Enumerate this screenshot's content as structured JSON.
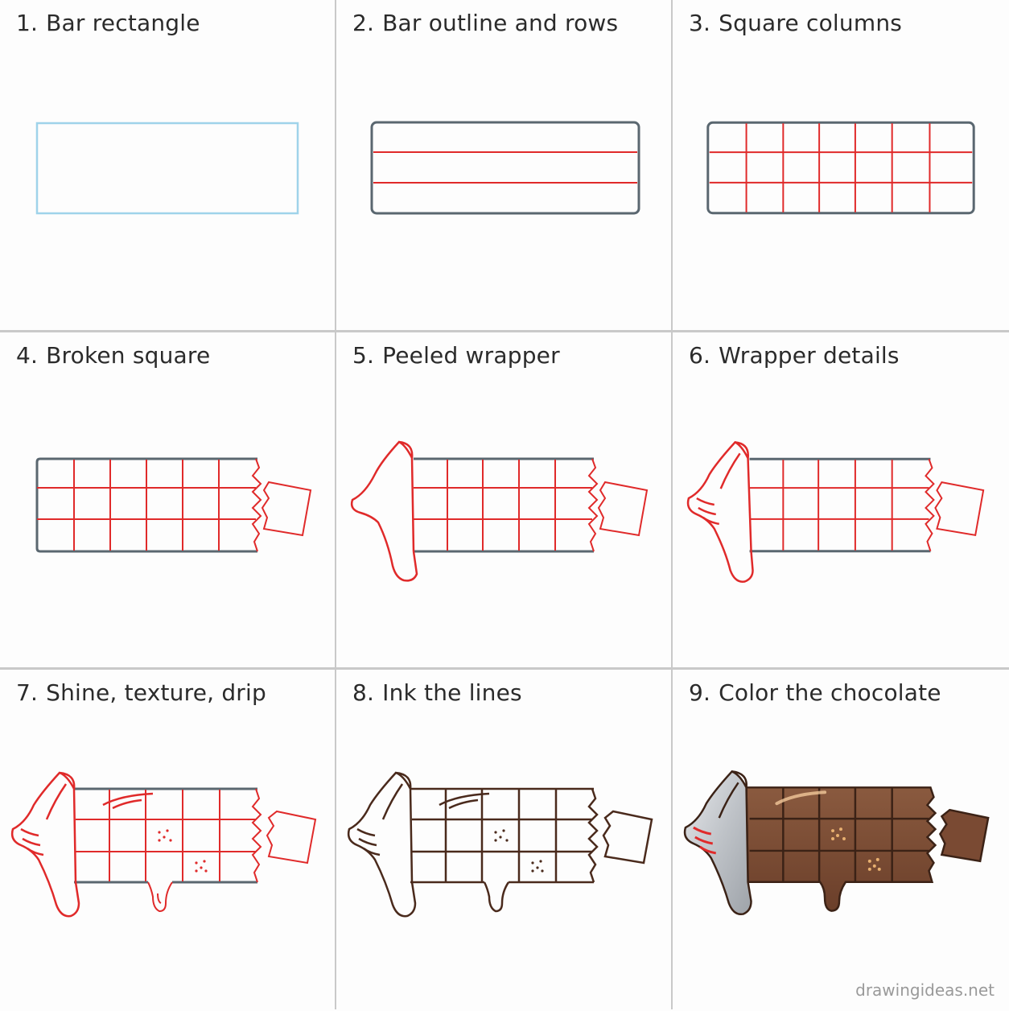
{
  "steps": [
    {
      "num": "1.",
      "label": "Bar rectangle"
    },
    {
      "num": "2.",
      "label": "Bar outline and rows"
    },
    {
      "num": "3.",
      "label": "Square columns"
    },
    {
      "num": "4.",
      "label": "Broken square"
    },
    {
      "num": "5.",
      "label": "Peeled wrapper"
    },
    {
      "num": "6.",
      "label": "Wrapper details"
    },
    {
      "num": "7.",
      "label": "Shine, texture, drip"
    },
    {
      "num": "8.",
      "label": "Ink the lines"
    },
    {
      "num": "9.",
      "label": "Color the chocolate"
    }
  ],
  "watermark": "drawingideas.net",
  "colors": {
    "guide_blue": "#9fd3ea",
    "outline_gray": "#5a6770",
    "new_red": "#e02a2a",
    "ink_brown": "#4a2a1c",
    "chocolate": "#7a4a33",
    "wrapper_silver": "#c9ccd0"
  }
}
